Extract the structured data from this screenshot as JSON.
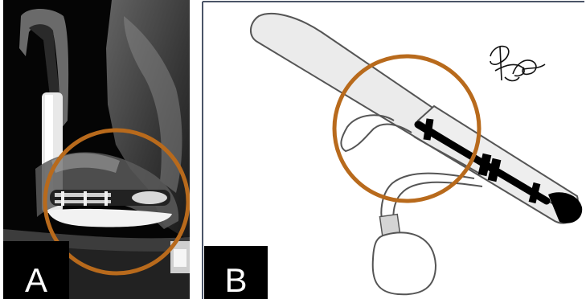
{
  "panels": [
    {
      "label": "A",
      "kind": "MRI scan"
    },
    {
      "label": "B",
      "kind": "illustration"
    }
  ],
  "colors": {
    "highlight_circle": "#b86a1c",
    "panel_b_frame": "#4b5568",
    "mri_background": "#050505",
    "implant_tip": "#000000"
  }
}
